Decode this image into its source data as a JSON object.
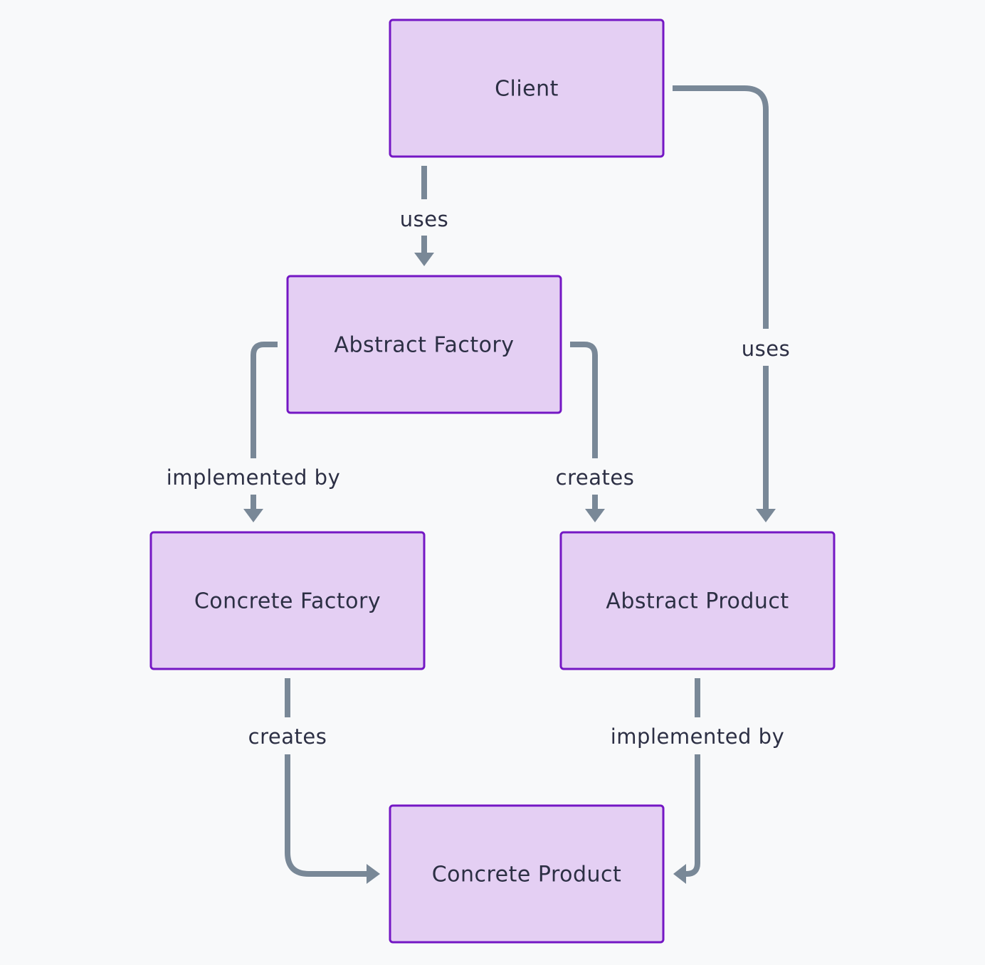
{
  "diagram": {
    "nodes": {
      "client": "Client",
      "abstract_factory": "Abstract Factory",
      "concrete_factory": "Concrete Factory",
      "abstract_product": "Abstract Product",
      "concrete_product": "Concrete Product"
    },
    "edges": {
      "client_to_abstract_factory": "uses",
      "client_to_abstract_product": "uses",
      "abstract_factory_to_concrete_factory": "implemented by",
      "abstract_factory_to_abstract_product": "creates",
      "concrete_factory_to_concrete_product": "creates",
      "abstract_product_to_concrete_product": "implemented by"
    },
    "colors": {
      "node_fill": "#e4cff3",
      "node_border": "#7417c4",
      "edge": "#798897",
      "text": "#2c2f44",
      "background": "#f8f9fa"
    }
  }
}
